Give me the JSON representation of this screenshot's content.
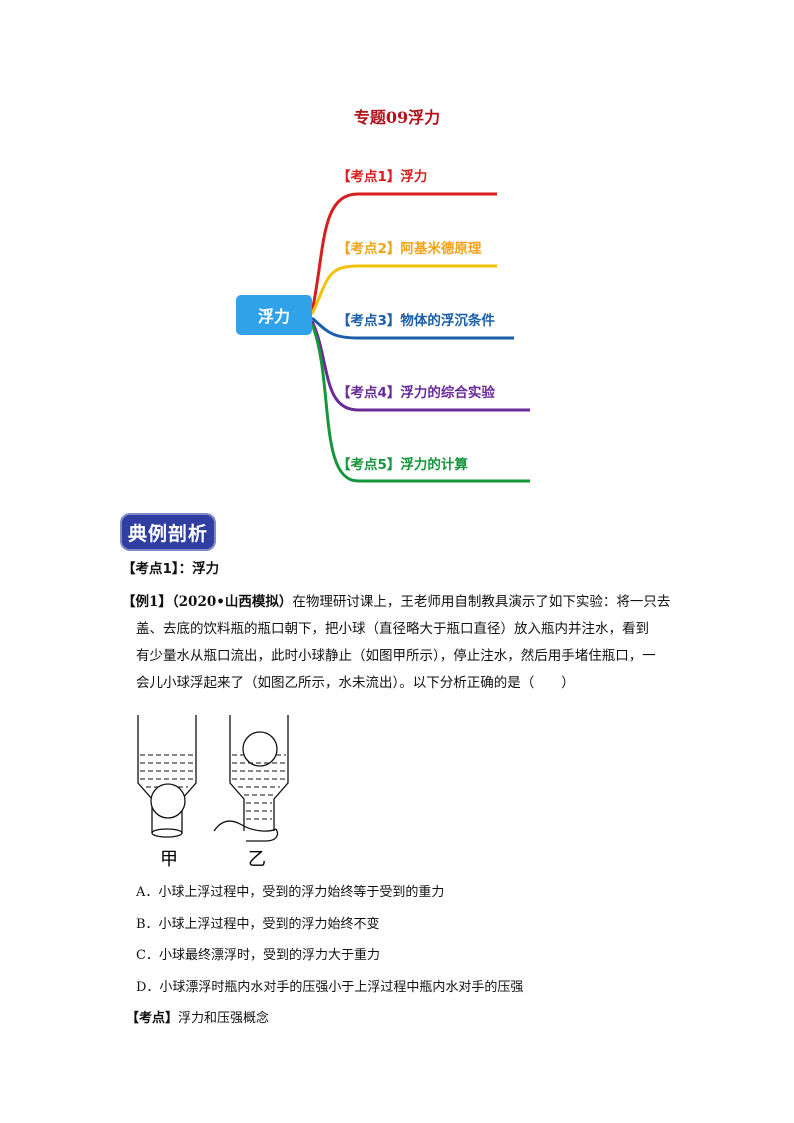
{
  "page": {
    "title": "专题09浮力"
  },
  "mindmap": {
    "center": "浮力",
    "branches": [
      {
        "tag": "【考点1】",
        "label": "浮力",
        "color": "#d81e1e"
      },
      {
        "tag": "【考点2】",
        "label": "阿基米德原理",
        "color": "#f2a318"
      },
      {
        "tag": "【考点3】",
        "label": "物体的浮沉条件",
        "color": "#1a5fa8"
      },
      {
        "tag": "【考点4】",
        "label": "浮力的综合实验",
        "color": "#6a2b9a"
      },
      {
        "tag": "【考点5】",
        "label": "浮力的计算",
        "color": "#16953a"
      }
    ]
  },
  "section": {
    "badge": "典例剖析",
    "kaodian_tag": "【考点1】",
    "kaodian_label": "：浮力"
  },
  "example": {
    "tag": "【例1】",
    "source": "（2020•山西模拟）",
    "line1": "在物理研讨课上，王老师用自制教具演示了如下实验：将一只去",
    "line2": "盖、去底的饮料瓶的瓶口朝下，把小球（直径略大于瓶口直径）放入瓶内并注水，看到",
    "line3": "有少量水从瓶口流出，此时小球静止（如图甲所示），停止注水，然后用手堵住瓶口，一",
    "line4": "会儿小球浮起来了（如图乙所示，水未流出）。以下分析正确的是（　　）",
    "figure_labels": {
      "left": "甲",
      "right": "乙"
    },
    "options": [
      "A．小球上浮过程中，受到的浮力始终等于受到的重力",
      "B．小球上浮过程中，受到的浮力始终不变",
      "C．小球最终漂浮时，受到的浮力大于重力",
      "D．小球漂浮时瓶内水对手的压强小于上浮过程中瓶内水对手的压强"
    ],
    "kaodian_tag": "【考点】",
    "kaodian_text": "浮力和压强概念"
  }
}
